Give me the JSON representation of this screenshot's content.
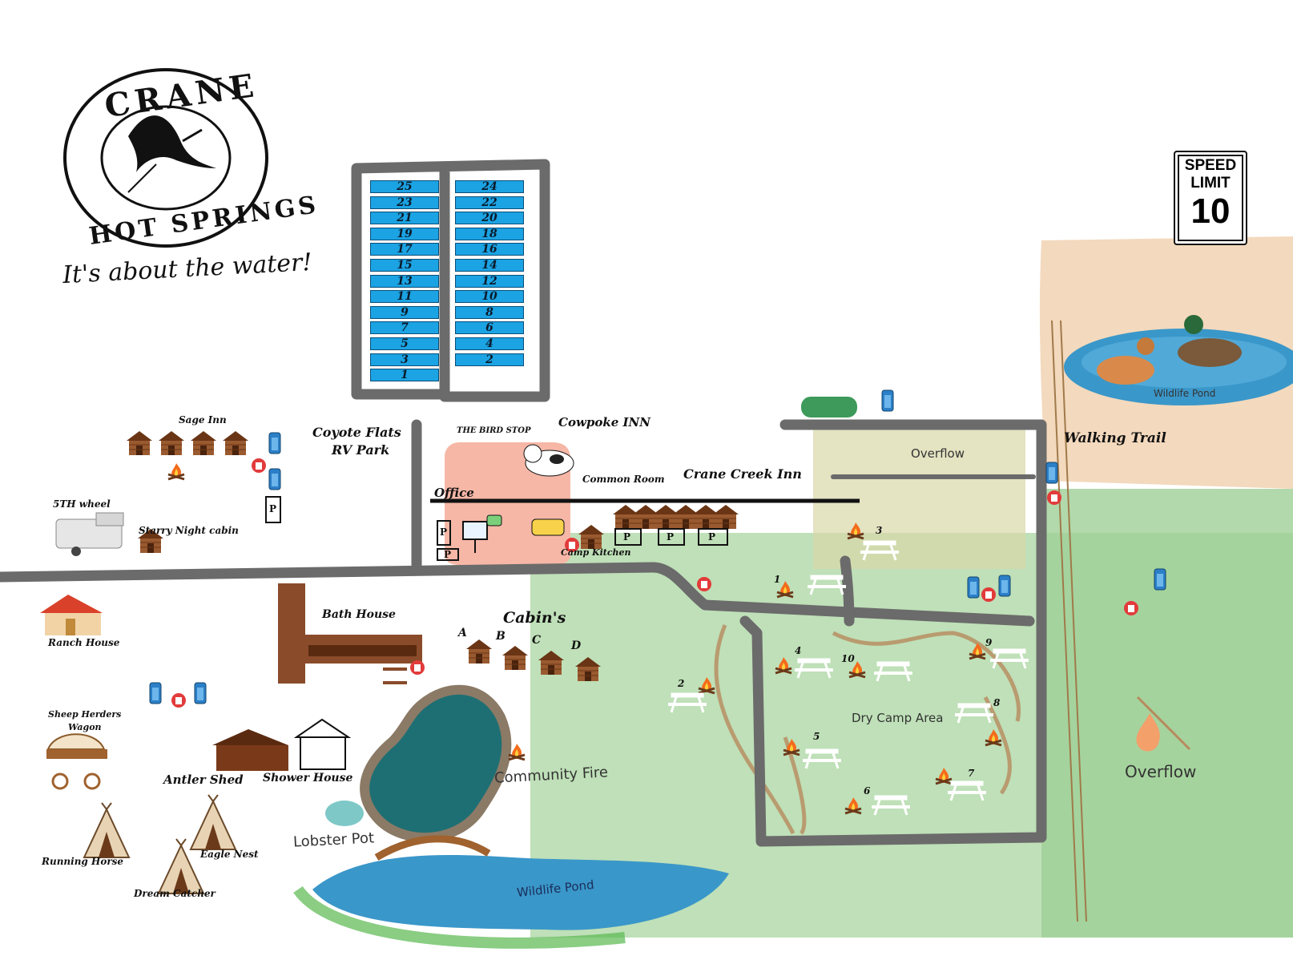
{
  "brand": {
    "logo_top": "CRANE",
    "logo_bottom": "HOT SPRINGS",
    "tagline": "It's about the water!"
  },
  "speed_sign": {
    "line1": "SPEED",
    "line2": "LIMIT",
    "value": "10"
  },
  "rv_park": {
    "name_line1": "Coyote Flats",
    "name_line2": "RV Park",
    "left_sites": [
      "25",
      "23",
      "21",
      "19",
      "17",
      "15",
      "13",
      "11",
      "9",
      "7",
      "5",
      "3",
      "1"
    ],
    "right_sites": [
      "24",
      "22",
      "20",
      "18",
      "16",
      "14",
      "12",
      "10",
      "8",
      "6",
      "4",
      "2"
    ]
  },
  "places": {
    "sage_inn": "Sage Inn",
    "fifth_wheel": "5TH wheel",
    "starry_night": "Starry Night cabin",
    "ranch_house": "Ranch House",
    "sheep_herders_1": "Sheep Herders",
    "sheep_herders_2": "Wagon",
    "antler_shed": "Antler Shed",
    "shower_house": "Shower House",
    "running_horse": "Running Horse",
    "eagle_nest": "Eagle Nest",
    "dream_catcher": "Dream Catcher",
    "bath_house": "Bath House",
    "cabins": "Cabin's",
    "cabin_letters": [
      "A",
      "B",
      "C",
      "D"
    ],
    "office": "Office",
    "bird_stop": "THE BIRD STOP",
    "cowpoke_inn": "Cowpoke INN",
    "common_room": "Common Room",
    "camp_kitchen": "Camp Kitchen",
    "crane_creek_inn": "Crane Creek Inn",
    "community_fire": "Community Fire",
    "lobster_pot": "Lobster Pot",
    "wildlife_pond_bottom": "Wildlife Pond",
    "wildlife_pond_top": "Wildlife Pond",
    "walking_trail": "Walking Trail",
    "overflow_top": "Overflow",
    "overflow_right": "Overflow",
    "dry_camp": "Dry Camp Area",
    "parking_symbol": "P"
  },
  "campsites": [
    "1",
    "2",
    "3",
    "4",
    "5",
    "6",
    "7",
    "8",
    "9",
    "10"
  ],
  "colors": {
    "road": "#6b6b6b",
    "rv_slot": "#1ba3e3",
    "grass": "#a9d6a0",
    "sand": "#f3d9bd",
    "pond": "#3a97c9",
    "office_area": "#f6b7a6",
    "cabin": "#8a4b2a",
    "bath_house": "#8a4b2a"
  }
}
